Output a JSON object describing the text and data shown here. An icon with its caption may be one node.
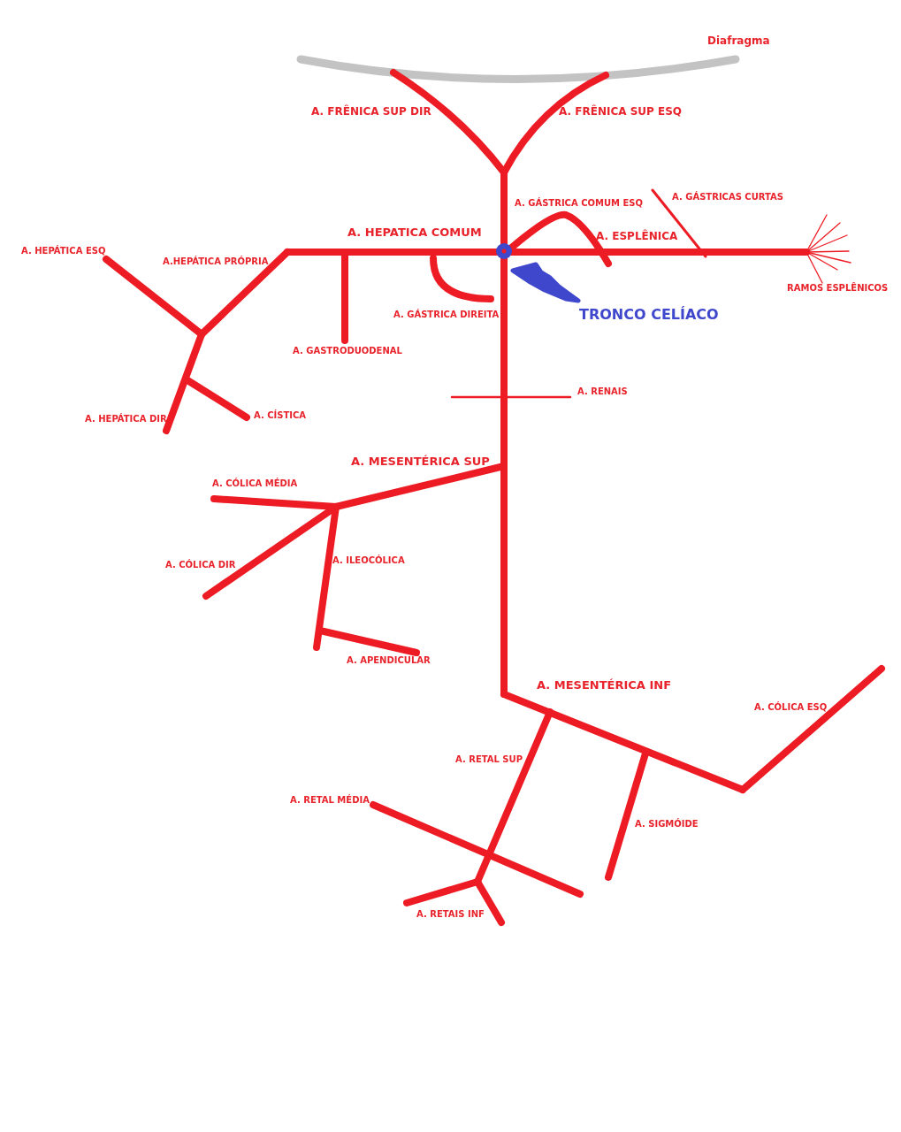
{
  "diagram": {
    "labels": [
      "Diafragma",
      "A. FRÊNICA SUP DIR",
      "A. FRÊNICA SUP ESQ",
      "A. GÁSTRICA COMUM ESQ",
      "A. GÁSTRICAS CURTAS",
      "A. HEPATICA COMUM",
      "A. ESPLÊNICA",
      "A. HEPÁTICA ESQ",
      "A.HEPÁTICA PRÓPRIA",
      "RAMOS ESPLÊNICOS",
      "A. GÁSTRICA DIREITA",
      "TRONCO CELÍACO",
      "A. GASTRODUODENAL",
      "A. RENAIS",
      "A. CÍSTICA",
      "A. HEPÁTICA DIR",
      "A. MESENTÉRICA SUP",
      "A. CÓLICA MÉDIA",
      "A. CÓLICA DIR",
      "A. ILEOCÓLICA",
      "A. APENDICULAR",
      "A. MESENTÉRICA INF",
      "A. CÓLICA ESQ",
      "A. RETAL SUP",
      "A. RETAL MÉDIA",
      "A. SIGMÓIDE",
      "A. RETAIS INF"
    ]
  }
}
